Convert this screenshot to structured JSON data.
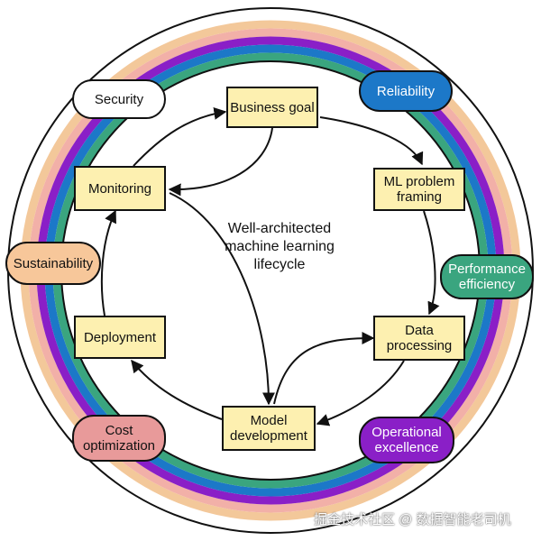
{
  "diagram": {
    "center_title": "Well-architected\nmachine learning\nlifecycle",
    "ring_colors": [
      "#f3c89a",
      "#f2b0a8",
      "#8a1fc7",
      "#1c78c8",
      "#3aa57f"
    ],
    "stages": [
      {
        "id": "business-goal",
        "label": "Business goal"
      },
      {
        "id": "ml-problem-framing",
        "label": "ML problem\nframing"
      },
      {
        "id": "data-processing",
        "label": "Data\nprocessing"
      },
      {
        "id": "model-development",
        "label": "Model\ndevelopment"
      },
      {
        "id": "deployment",
        "label": "Deployment"
      },
      {
        "id": "monitoring",
        "label": "Monitoring"
      }
    ],
    "pillars": [
      {
        "id": "security",
        "label": "Security",
        "color": "#ffffff",
        "text_color": "#111111"
      },
      {
        "id": "reliability",
        "label": "Reliability",
        "color": "#1c78c8",
        "text_color": "#ffffff"
      },
      {
        "id": "performance-efficiency",
        "label": "Performance\nefficiency",
        "color": "#3aa57f",
        "text_color": "#ffffff"
      },
      {
        "id": "operational-excellence",
        "label": "Operational\nexcellence",
        "color": "#8a1fc7",
        "text_color": "#ffffff"
      },
      {
        "id": "cost-optimization",
        "label": "Cost\noptimization",
        "color": "#e89a9a",
        "text_color": "#111111"
      },
      {
        "id": "sustainability",
        "label": "Sustainability",
        "color": "#f7c79a",
        "text_color": "#111111"
      }
    ]
  },
  "watermark": "掘金技术社区 @ 数据智能老司机"
}
